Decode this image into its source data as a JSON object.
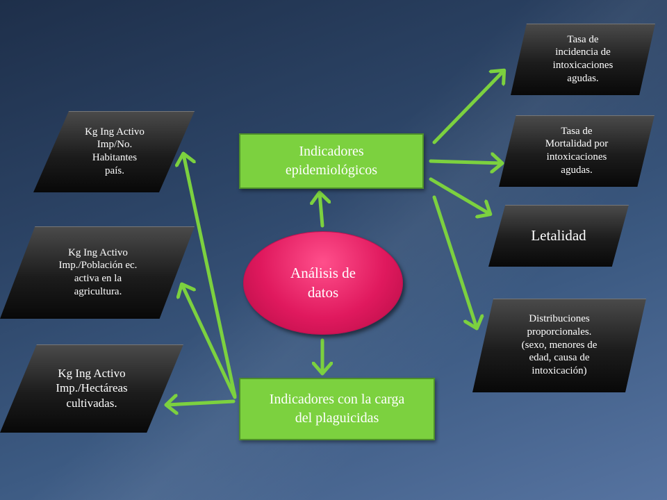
{
  "center": {
    "label": "Análisis de\ndatos"
  },
  "indicators_epi": {
    "label": "Indicadores\nepidemiológicos"
  },
  "indicators_carga": {
    "label": "Indicadores con la carga\ndel plaguicidas"
  },
  "right_boxes": [
    {
      "label": "Tasa de\nincidencia de\nintoxicaciones\nagudas."
    },
    {
      "label": "Tasa de\nMortalidad por\nintoxicaciones\nagudas."
    },
    {
      "label": "Letalidad"
    },
    {
      "label": "Distribuciones\nproporcionales.\n(sexo, menores de\nedad, causa de\nintoxicación)"
    }
  ],
  "left_boxes": [
    {
      "label": "Kg Ing Activo\nImp/No.\nHabitantes\npaís."
    },
    {
      "label": "Kg Ing Activo\nImp./Población ec.\nactiva en la\nagricultura."
    },
    {
      "label": "Kg Ing Activo\nImp./Hectáreas\ncultivadas."
    }
  ],
  "colors": {
    "arrow": "#7cd13f",
    "green_box": "#7cd13f",
    "ellipse": "#e0195e",
    "dark_box": "#1c1c1c"
  }
}
